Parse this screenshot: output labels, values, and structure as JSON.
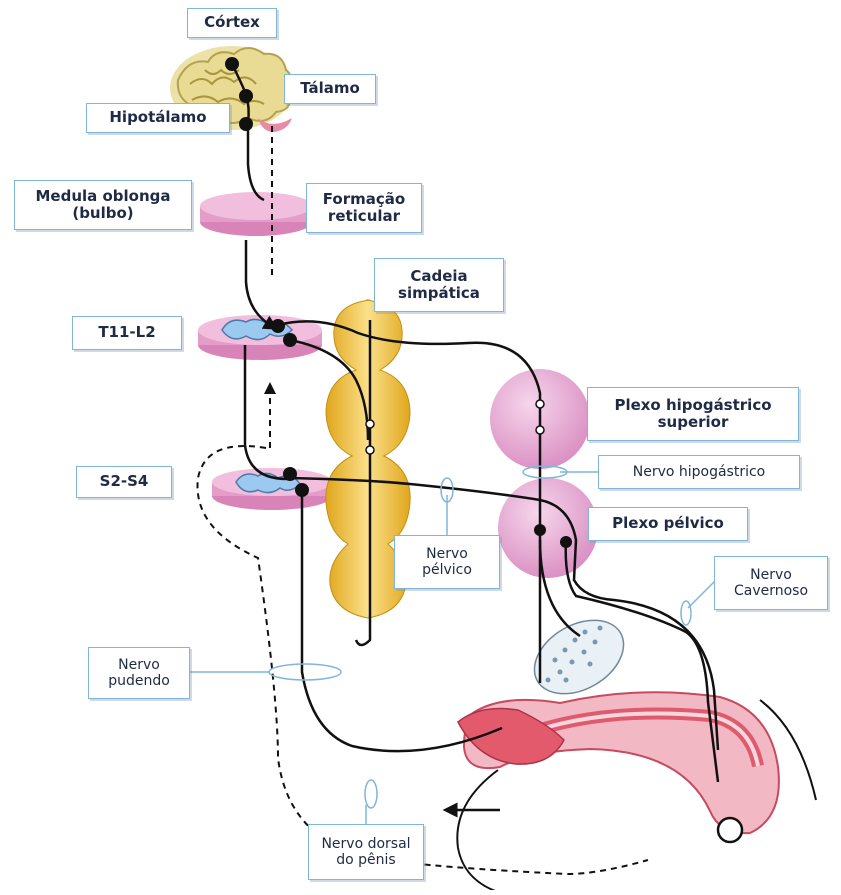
{
  "labels": {
    "cortex": "Córtex",
    "talamo": "Tálamo",
    "hipotalamo": "Hipotálamo",
    "medula": "Medula oblonga\n(bulbo)",
    "formacao": "Formação\nreticular",
    "cadeia": "Cadeia\nsimpática",
    "t11": "T11-L2",
    "s2": "S2-S4",
    "plexo_hipo": "Plexo hipogástrico\nsuperior",
    "nervo_hipo": "Nervo hipogástrico",
    "plexo_pelvico": "Plexo pélvico",
    "nervo_pelvico": "Nervo\npélvico",
    "nervo_cavernoso": "Nervo\nCavernoso",
    "nervo_pudendo": "Nervo\npudendo",
    "nervo_dorsal": "Nervo dorsal\ndo pênis"
  },
  "colors": {
    "brain": "#e8dc9a",
    "brain_fold": "#c7b866",
    "disc": "#e79bc7",
    "disc_top": "#f2c1df",
    "grey_matter": "#9cc9ef",
    "chain": "#f3c645",
    "plexus": "#e8a6d3",
    "penis": "#e05a6e",
    "nerve": "#111111",
    "label_border": "#7fb6d8"
  }
}
